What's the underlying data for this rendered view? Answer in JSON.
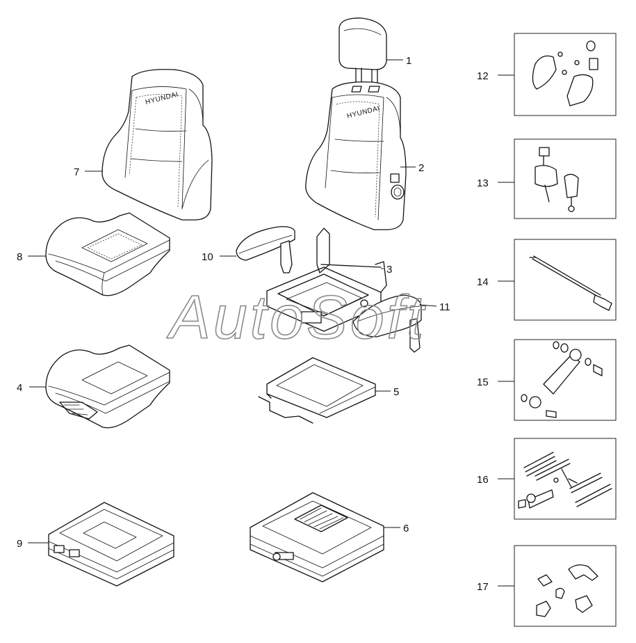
{
  "brand_text": "HYUNDAI",
  "watermark": "AutoSoft",
  "callouts": [
    {
      "id": "c1",
      "number": "1"
    },
    {
      "id": "c2",
      "number": "2"
    },
    {
      "id": "c3",
      "number": "3"
    },
    {
      "id": "c4",
      "number": "4"
    },
    {
      "id": "c5",
      "number": "5"
    },
    {
      "id": "c6",
      "number": "6"
    },
    {
      "id": "c7",
      "number": "7"
    },
    {
      "id": "c8",
      "number": "8"
    },
    {
      "id": "c9",
      "number": "9"
    },
    {
      "id": "c10",
      "number": "10"
    },
    {
      "id": "c11",
      "number": "11"
    },
    {
      "id": "c12",
      "number": "12"
    },
    {
      "id": "c13",
      "number": "13"
    },
    {
      "id": "c14",
      "number": "14"
    },
    {
      "id": "c15",
      "number": "15"
    },
    {
      "id": "c16",
      "number": "16"
    },
    {
      "id": "c17",
      "number": "17"
    }
  ]
}
